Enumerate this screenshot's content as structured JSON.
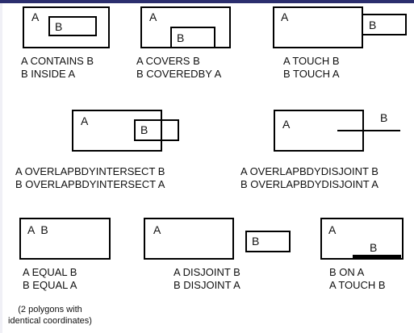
{
  "panels": {
    "contains": {
      "a": "A",
      "b": "B",
      "caption1": "A CONTAINS B",
      "caption2": "B INSIDE A"
    },
    "covers": {
      "a": "A",
      "b": "B",
      "caption1": "A COVERS B",
      "caption2": "B COVEREDBY A"
    },
    "touch": {
      "a": "A",
      "b": "B",
      "caption1": "A TOUCH B",
      "caption2": "B TOUCH A"
    },
    "overlap_intersect": {
      "a": "A",
      "b": "B",
      "caption1": "A OVERLAPBDYINTERSECT B",
      "caption2": "B OVERLAPBDYINTERSECT A"
    },
    "overlap_disjoint": {
      "a": "A",
      "b": "B",
      "caption1": "A OVERLAPBDYDISJOINT B",
      "caption2": "B OVERLAPBDYDISJOINT A"
    },
    "equal": {
      "ab": "A  B",
      "caption1": "A EQUAL B",
      "caption2": "B EQUAL A",
      "note1": "(2 polygons with",
      "note2": "identical coordinates)"
    },
    "disjoint": {
      "a": "A",
      "b": "B",
      "caption1": "A DISJOINT B",
      "caption2": "B DISJOINT A"
    },
    "on": {
      "a": "A",
      "b": "B",
      "caption1": "B ON A",
      "caption2": "A TOUCH B"
    }
  },
  "colors": {
    "stroke": "#000000",
    "banner": "#2b2e6e"
  }
}
